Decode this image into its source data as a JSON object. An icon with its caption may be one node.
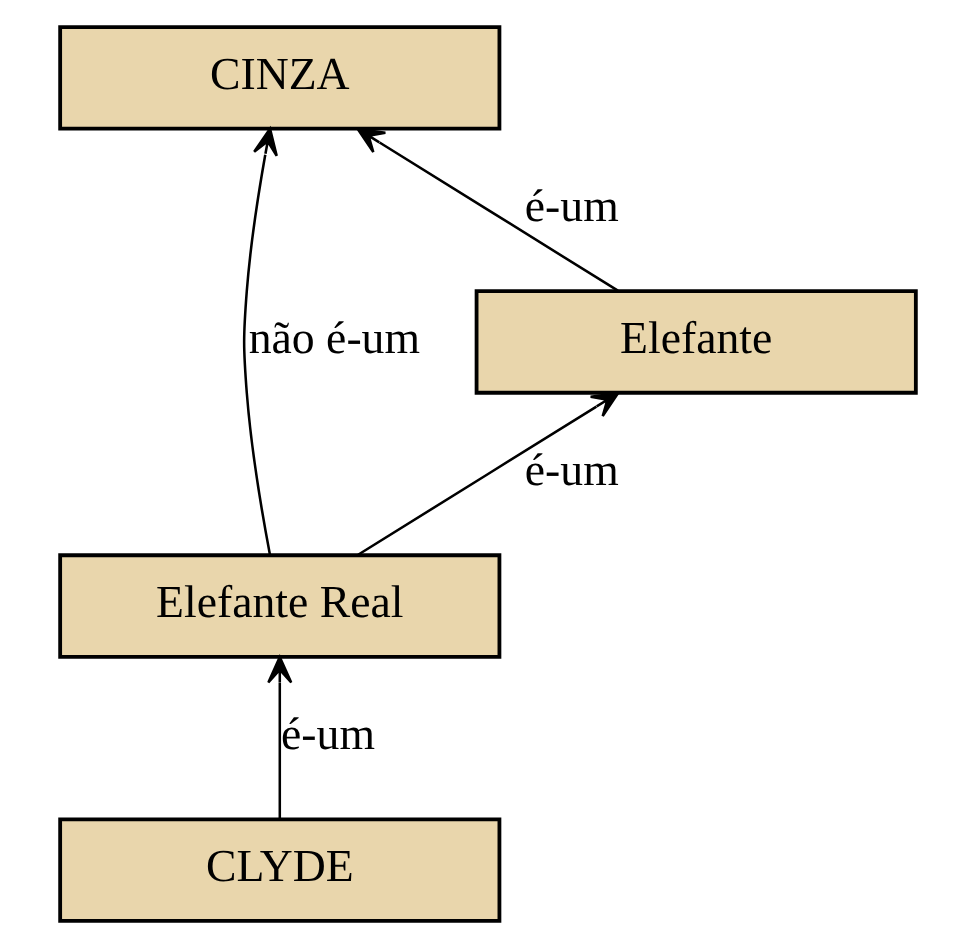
{
  "diagram": {
    "nodes": [
      {
        "text": [
          "CINZA"
        ]
      },
      {
        "text": [
          "Elefante"
        ]
      },
      {
        "text": [
          "Elefante Real"
        ]
      },
      {
        "text": [
          "CLYDE"
        ]
      }
    ],
    "edges": [
      {
        "from": 1,
        "to": 0,
        "arrow": "to",
        "label": "é-um"
      },
      {
        "from": 2,
        "to": 1,
        "arrow": "to",
        "label": "é-um"
      },
      {
        "from": 3,
        "to": 2,
        "arrow": "to",
        "label": "é-um"
      },
      {
        "from": 2,
        "to": 0,
        "arrow": "to",
        "label": "não é-um"
      }
    ]
  }
}
